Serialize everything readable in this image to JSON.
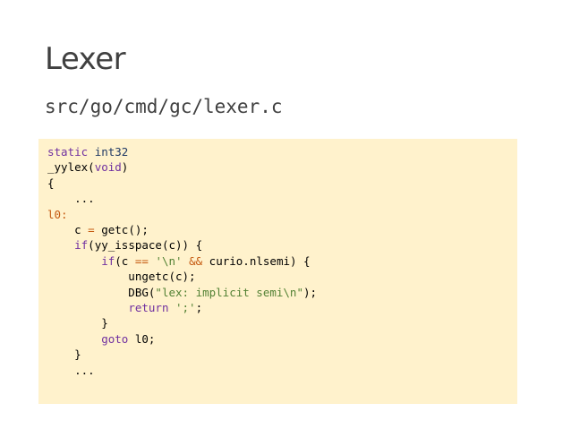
{
  "slide": {
    "title": "Lexer",
    "subtitle": "src/go/cmd/gc/lexer.c"
  },
  "code": {
    "lines": [
      [
        {
          "t": "static",
          "c": "kw"
        },
        {
          "t": " "
        },
        {
          "t": "int32",
          "c": "ty"
        }
      ],
      [
        {
          "t": "_yylex("
        },
        {
          "t": "void",
          "c": "kw"
        },
        {
          "t": ")"
        }
      ],
      [
        {
          "t": "{"
        }
      ],
      [
        {
          "t": "    ..."
        }
      ],
      [
        {
          "t": "l0:",
          "c": "lbl"
        }
      ],
      [
        {
          "t": "    c "
        },
        {
          "t": "=",
          "c": "op"
        },
        {
          "t": " getc();"
        }
      ],
      [
        {
          "t": "    "
        },
        {
          "t": "if",
          "c": "kw"
        },
        {
          "t": "(yy_isspace(c)) {"
        }
      ],
      [
        {
          "t": "        "
        },
        {
          "t": "if",
          "c": "kw"
        },
        {
          "t": "(c "
        },
        {
          "t": "==",
          "c": "op"
        },
        {
          "t": " "
        },
        {
          "t": "'\\n'",
          "c": "str"
        },
        {
          "t": " "
        },
        {
          "t": "&&",
          "c": "op"
        },
        {
          "t": " curio.nlsemi) {"
        }
      ],
      [
        {
          "t": "            ungetc(c);"
        }
      ],
      [
        {
          "t": "            DBG("
        },
        {
          "t": "\"lex: implicit semi\\n\"",
          "c": "str"
        },
        {
          "t": ");"
        }
      ],
      [
        {
          "t": "            "
        },
        {
          "t": "return",
          "c": "kw"
        },
        {
          "t": " "
        },
        {
          "t": "';'",
          "c": "str"
        },
        {
          "t": ";"
        }
      ],
      [
        {
          "t": "        }"
        }
      ],
      [
        {
          "t": "        "
        },
        {
          "t": "goto",
          "c": "kw"
        },
        {
          "t": " l0;"
        }
      ],
      [
        {
          "t": "    }"
        }
      ],
      [
        {
          "t": "    ..."
        }
      ]
    ]
  }
}
